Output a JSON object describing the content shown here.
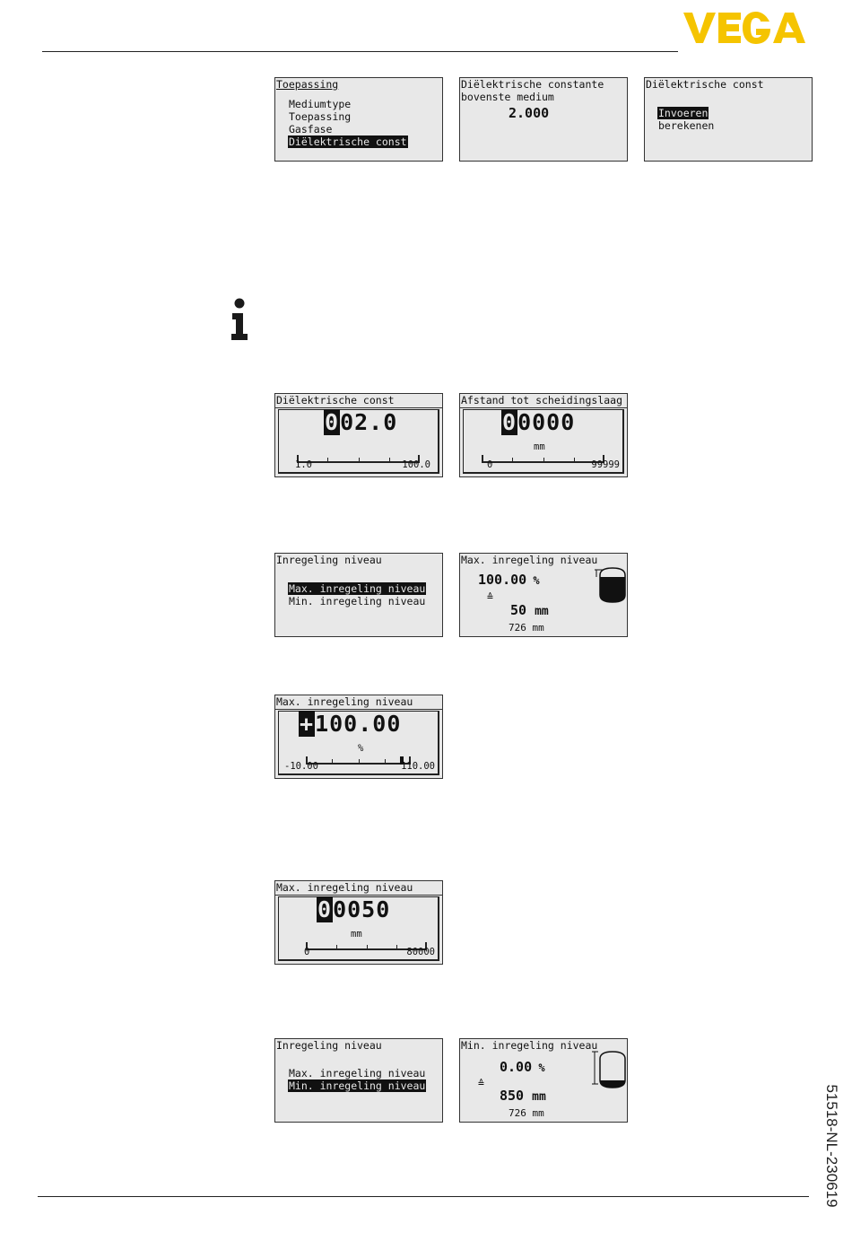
{
  "header": {
    "logo": "VEGA"
  },
  "footer": {
    "doc_number": "51518-NL-230619"
  },
  "screens": {
    "s1": {
      "title": "Toepassing",
      "items": [
        "Mediumtype",
        "Toepassing",
        "Gasfase",
        "Diëlektrische const"
      ],
      "selected_index": 3
    },
    "s2": {
      "title_line1": "Diëlektrische constante",
      "title_line2": "bovenste medium",
      "value": "2.000"
    },
    "s3": {
      "title": "Diëlektrische const",
      "items": [
        "Invoeren",
        "berekenen"
      ],
      "selected_index": 0
    },
    "s4": {
      "title": "Diëlektrische const",
      "cursor_digit": "0",
      "value_rest": "02.0",
      "scale_min": "1.0",
      "scale_max": "100.0"
    },
    "s5": {
      "title": "Afstand tot scheidingslaag",
      "cursor_digit": "0",
      "value_rest": "0000",
      "unit": "mm",
      "scale_min": "0",
      "scale_max": "99999"
    },
    "s6": {
      "title": "Inregeling niveau",
      "items": [
        "Max. inregeling niveau",
        "Min. inregeling niveau"
      ],
      "selected_index": 0
    },
    "s7": {
      "title": "Max. inregeling niveau",
      "percent": "100.00",
      "percent_unit": "%",
      "equiv": "≙",
      "distance": "50",
      "distance_unit": "mm",
      "measured": "726",
      "measured_unit": "mm"
    },
    "s8": {
      "title": "Max. inregeling niveau",
      "cursor_digit": "+",
      "value_rest": "100.00",
      "unit": "%",
      "scale_min": "-10.00",
      "scale_max": "110.00",
      "thumb_fraction": 0.9167
    },
    "s9": {
      "title": "Max. inregeling niveau",
      "cursor_digit": "0",
      "value_rest": "0050",
      "unit": "mm",
      "scale_min": "0",
      "scale_max": "80000"
    },
    "s10": {
      "title": "Inregeling niveau",
      "items": [
        "Max. inregeling niveau",
        "Min. inregeling niveau"
      ],
      "selected_index": 1
    },
    "s11": {
      "title": "Min. inregeling niveau",
      "percent": "0.00",
      "percent_unit": "%",
      "equiv": "≙",
      "distance": "850",
      "distance_unit": "mm",
      "measured": "726",
      "measured_unit": "mm"
    }
  }
}
